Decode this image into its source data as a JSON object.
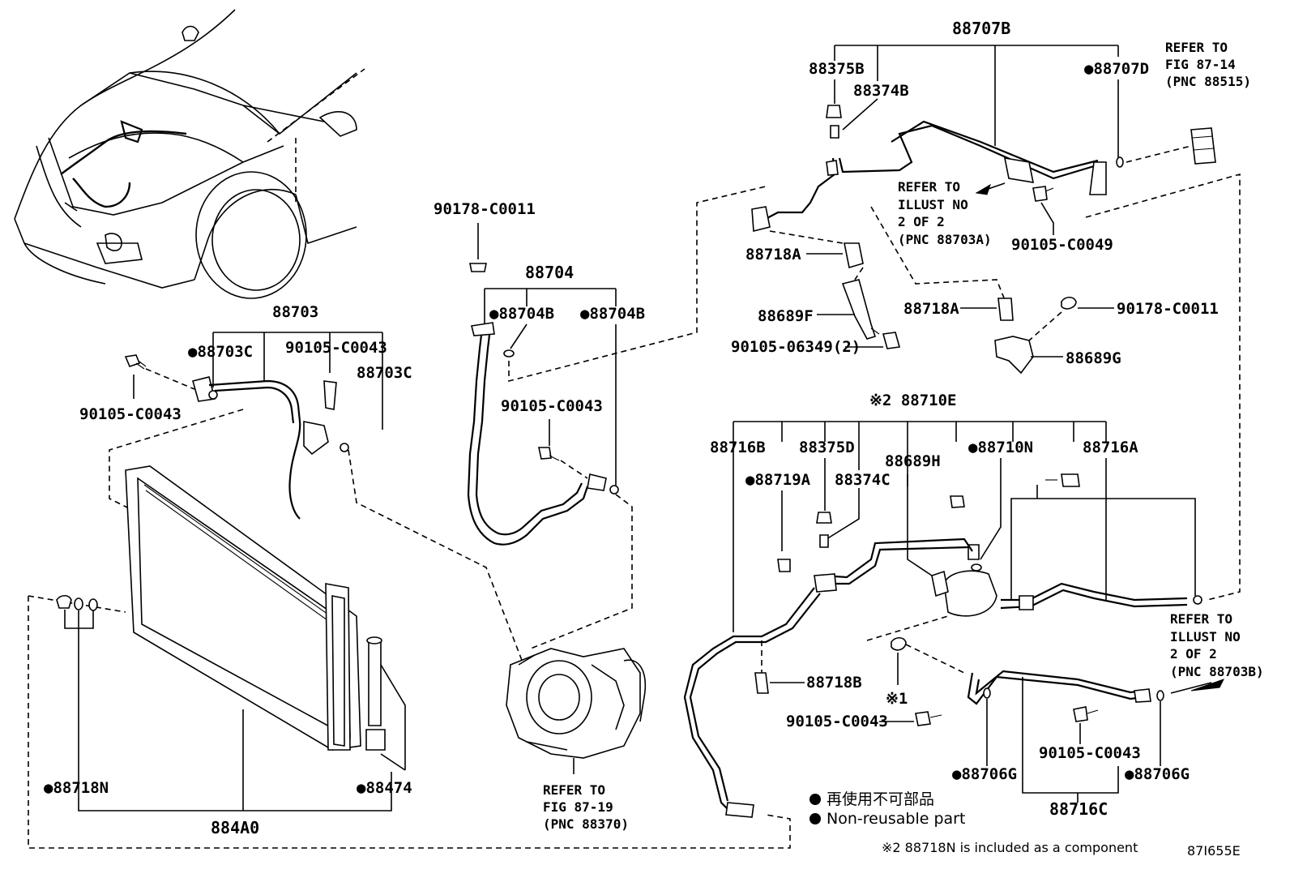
{
  "labels": {
    "p88703": "88703",
    "p88703C_l": "88703C",
    "p88703C_r": "88703C",
    "p90105C0043_a": "90105-C0043",
    "p90105C0043_b": "90105-C0043",
    "p90105C0043_c": "90105-C0043",
    "p90105C0043_d": "90105-C0043",
    "p90105C0043_e": "90105-C0043",
    "p90178C0011_a": "90178-C0011",
    "p90178C0011_b": "90178-C0011",
    "p88704": "88704",
    "p88704B_l": "88704B",
    "p88704B_r": "88704B",
    "p88707B": "88707B",
    "p88375B": "88375B",
    "p88374B": "88374B",
    "p88707D": "88707D",
    "p90105C0049": "90105-C0049",
    "p88718A_l": "88718A",
    "p88718A_r": "88718A",
    "p88689F": "88689F",
    "p9010506349": "90105-06349(2)",
    "p88689G": "88689G",
    "p88710E": "88710E",
    "p88710E_mark": "※2",
    "p88716B": "88716B",
    "p88375D": "88375D",
    "p88689H": "88689H",
    "p88710N": "88710N",
    "p88716A": "88716A",
    "p88719A": "88719A",
    "p88374C": "88374C",
    "p88718B": "88718B",
    "p_x1": "※1",
    "p88706G_l": "88706G",
    "p88706G_r": "88706G",
    "p88716C": "88716C",
    "p88718N": "88718N",
    "p88474": "88474",
    "p884A0": "884A0"
  },
  "refs": {
    "fig8714": [
      "REFER TO",
      "FIG 87-14",
      "(PNC 88515)"
    ],
    "illust2a": [
      "REFER TO",
      "ILLUST NO",
      "2 OF 2",
      "(PNC 88703A)"
    ],
    "illust2b": [
      "REFER TO",
      "ILLUST NO",
      "2 OF 2",
      "(PNC 88703B)"
    ],
    "fig8719": [
      "REFER TO",
      "FIG 87-19",
      "(PNC 88370)"
    ]
  },
  "legend": {
    "line1": "再使用不可部品",
    "line2": "Non-reusable part",
    "note": "※2 88718N is included as a component",
    "code": "87I655E"
  }
}
